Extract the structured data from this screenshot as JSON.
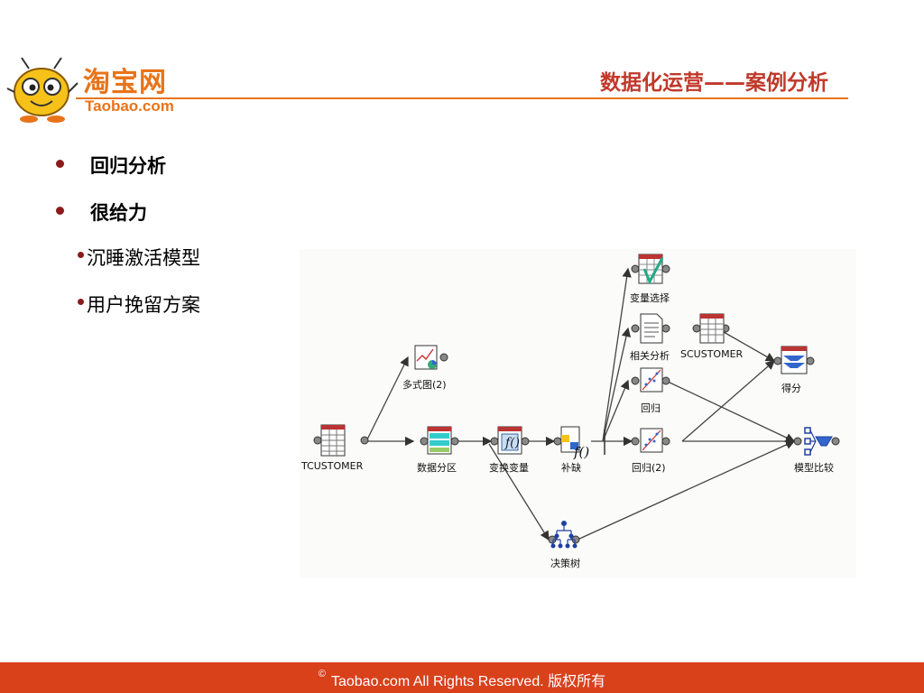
{
  "header": {
    "logo_cn": "淘宝网",
    "logo_en": "Taobao.com",
    "title": "数据化运营——案例分析"
  },
  "bullets": [
    {
      "text": "回归分析",
      "level": 1
    },
    {
      "text": "很给力",
      "level": 1
    },
    {
      "text": "沉睡激活模型",
      "level": 2
    },
    {
      "text": "用户挽留方案",
      "level": 2
    }
  ],
  "diagram": {
    "nodes": [
      {
        "id": "tcustomer",
        "label": "TCUSTOMER",
        "icon": "table-icon"
      },
      {
        "id": "multichart",
        "label": "多式图(2)",
        "icon": "chart-icon"
      },
      {
        "id": "partition",
        "label": "数据分区",
        "icon": "partition-icon"
      },
      {
        "id": "transform",
        "label": "变换变量",
        "icon": "function-icon"
      },
      {
        "id": "impute",
        "label": "补缺",
        "icon": "impute-icon"
      },
      {
        "id": "varselect",
        "label": "变量选择",
        "icon": "variable-select-icon"
      },
      {
        "id": "corr",
        "label": "相关分析",
        "icon": "document-icon"
      },
      {
        "id": "scustomer",
        "label": "SCUSTOMER",
        "icon": "table-icon"
      },
      {
        "id": "reg1",
        "label": "回归",
        "icon": "scatter-icon"
      },
      {
        "id": "reg2",
        "label": "回归(2)",
        "icon": "scatter-icon"
      },
      {
        "id": "score",
        "label": "得分",
        "icon": "score-icon"
      },
      {
        "id": "tree",
        "label": "决策树",
        "icon": "tree-icon"
      },
      {
        "id": "compare",
        "label": "模型比较",
        "icon": "compare-icon"
      }
    ]
  },
  "footer": {
    "copyright_symbol": "©",
    "text": "Taobao.com  All Rights Reserved. 版权所有"
  }
}
